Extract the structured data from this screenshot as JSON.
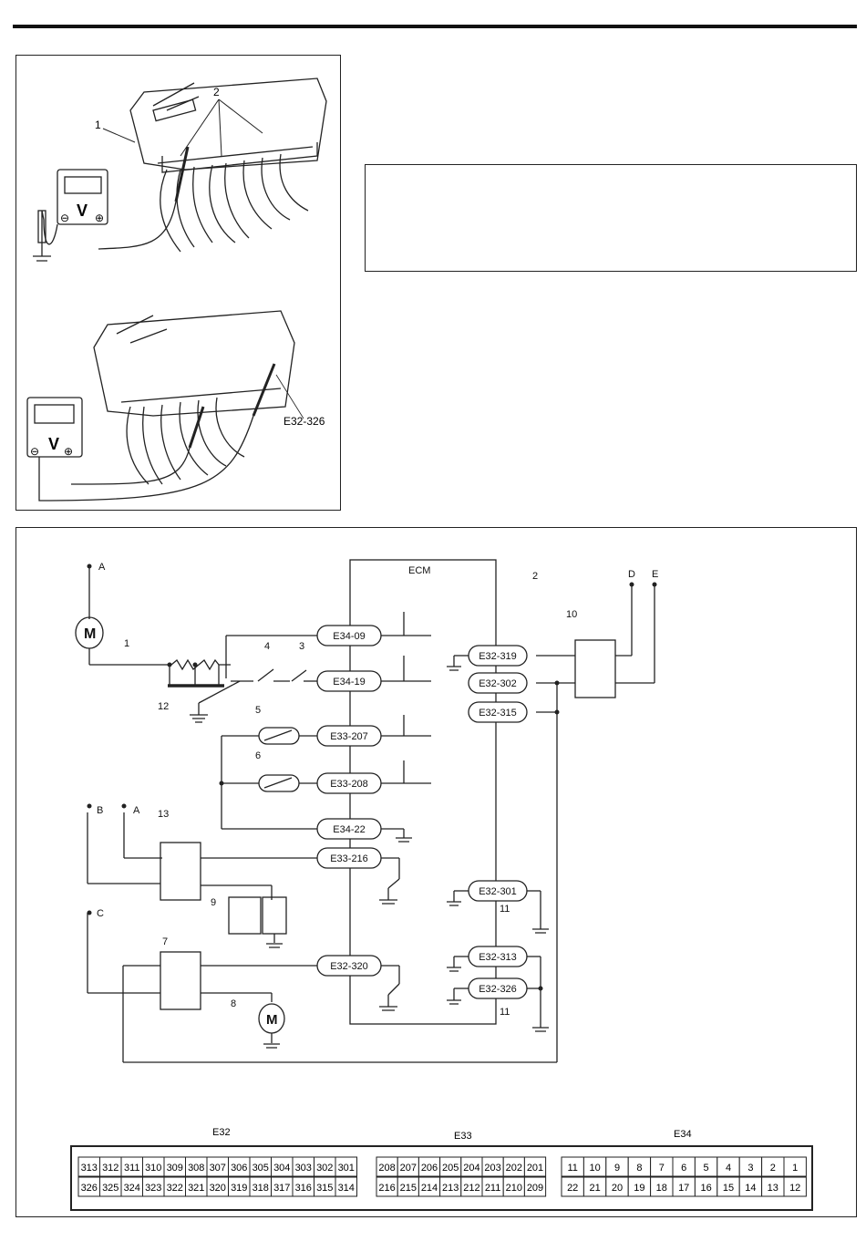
{
  "illustration": {
    "callout_1": "1",
    "callout_2": "2",
    "voltmeter_symbol": "V",
    "minus_symbol": "⊖",
    "plus_symbol": "⊕",
    "terminal_label": "E32-326"
  },
  "schematic": {
    "ecm_label": "ECM",
    "callouts": {
      "c1": "1",
      "c2": "2",
      "c3": "3",
      "c4": "4",
      "c5": "5",
      "c6": "6",
      "c7": "7",
      "c8": "8",
      "c9": "9",
      "c10": "10",
      "c11a": "11",
      "c11b": "11",
      "c12": "12",
      "c13": "13"
    },
    "feeds": {
      "A1": "A",
      "A2": "A",
      "B": "B",
      "C": "C",
      "D": "D",
      "E": "E"
    },
    "motor_symbol": "M",
    "terminals": {
      "t_e34_09": "E34-09",
      "t_e34_19": "E34-19",
      "t_e33_207": "E33-207",
      "t_e33_208": "E33-208",
      "t_e34_22": "E34-22",
      "t_e33_216": "E33-216",
      "t_e32_320": "E32-320",
      "t_e32_319": "E32-319",
      "t_e32_302": "E32-302",
      "t_e32_315": "E32-315",
      "t_e32_301": "E32-301",
      "t_e32_313": "E32-313",
      "t_e32_326": "E32-326"
    }
  },
  "connectors": {
    "E32": {
      "label": "E32",
      "top": [
        "313",
        "312",
        "311",
        "310",
        "309",
        "308",
        "307",
        "306",
        "305",
        "304",
        "303",
        "302",
        "301"
      ],
      "bottom": [
        "326",
        "325",
        "324",
        "323",
        "322",
        "321",
        "320",
        "319",
        "318",
        "317",
        "316",
        "315",
        "314"
      ]
    },
    "E33": {
      "label": "E33",
      "top": [
        "208",
        "207",
        "206",
        "205",
        "204",
        "203",
        "202",
        "201"
      ],
      "bottom": [
        "216",
        "215",
        "214",
        "213",
        "212",
        "211",
        "210",
        "209"
      ]
    },
    "E34": {
      "label": "E34",
      "top": [
        "11",
        "10",
        "9",
        "8",
        "7",
        "6",
        "5",
        "4",
        "3",
        "2",
        "1"
      ],
      "bottom": [
        "22",
        "21",
        "20",
        "19",
        "18",
        "17",
        "16",
        "15",
        "14",
        "13",
        "12"
      ]
    }
  }
}
